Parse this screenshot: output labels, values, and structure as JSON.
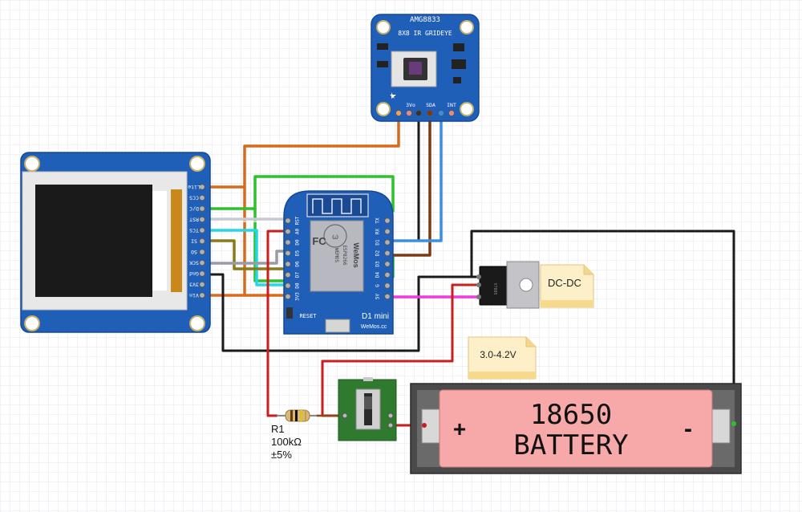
{
  "sensor": {
    "title": "AMG8833",
    "subtitle": "8X8 IR GRIDEYE",
    "pins": [
      "3Vo",
      "SDA",
      "INT"
    ]
  },
  "tft": {
    "pins": [
      "Lite",
      "CCS",
      "D/C",
      "RST",
      "TCS",
      "SI",
      "SO",
      "SCK",
      "Gnd",
      "3V3",
      "Vin"
    ]
  },
  "d1mini": {
    "logo_text": "WeMos",
    "fc": "FC",
    "model_text": "WEMOS",
    "chip_text": "ESP8266",
    "left_pins": [
      "RST",
      "A0",
      "D0",
      "D5",
      "D6",
      "D7",
      "D8",
      "3V3"
    ],
    "right_pins": [
      "TX",
      "RX",
      "D1",
      "D2",
      "D3",
      "D4",
      "G",
      "5V"
    ],
    "reset_label": "RESET",
    "name": "D1 mini",
    "site": "WeMos.cc"
  },
  "notes": {
    "dcdc": "DC-DC",
    "voltage": "3.0-4.2V"
  },
  "resistor": {
    "name": "R1",
    "value": "100kΩ",
    "tolerance": "±5%"
  },
  "battery": {
    "label_line1": "18650",
    "label_line2": "BATTERY",
    "plus": "+",
    "minus": "-"
  },
  "colors": {
    "grid": "#e4e4ec",
    "board_blue": "#1f5fb8",
    "battery_pink": "#f7a8a8",
    "wire_orange": "#d86a1c",
    "wire_green": "#2fbf2f",
    "wire_black": "#1a1a1a",
    "wire_red": "#c81e1e",
    "wire_brown": "#7a3b12",
    "wire_blue": "#3c8ee0",
    "wire_cyan": "#22d8e6",
    "wire_magenta": "#ee3bdc",
    "wire_olive": "#8a7a18",
    "wire_gray": "#9a9aa8",
    "note_yellow": "#fdf0c9"
  }
}
